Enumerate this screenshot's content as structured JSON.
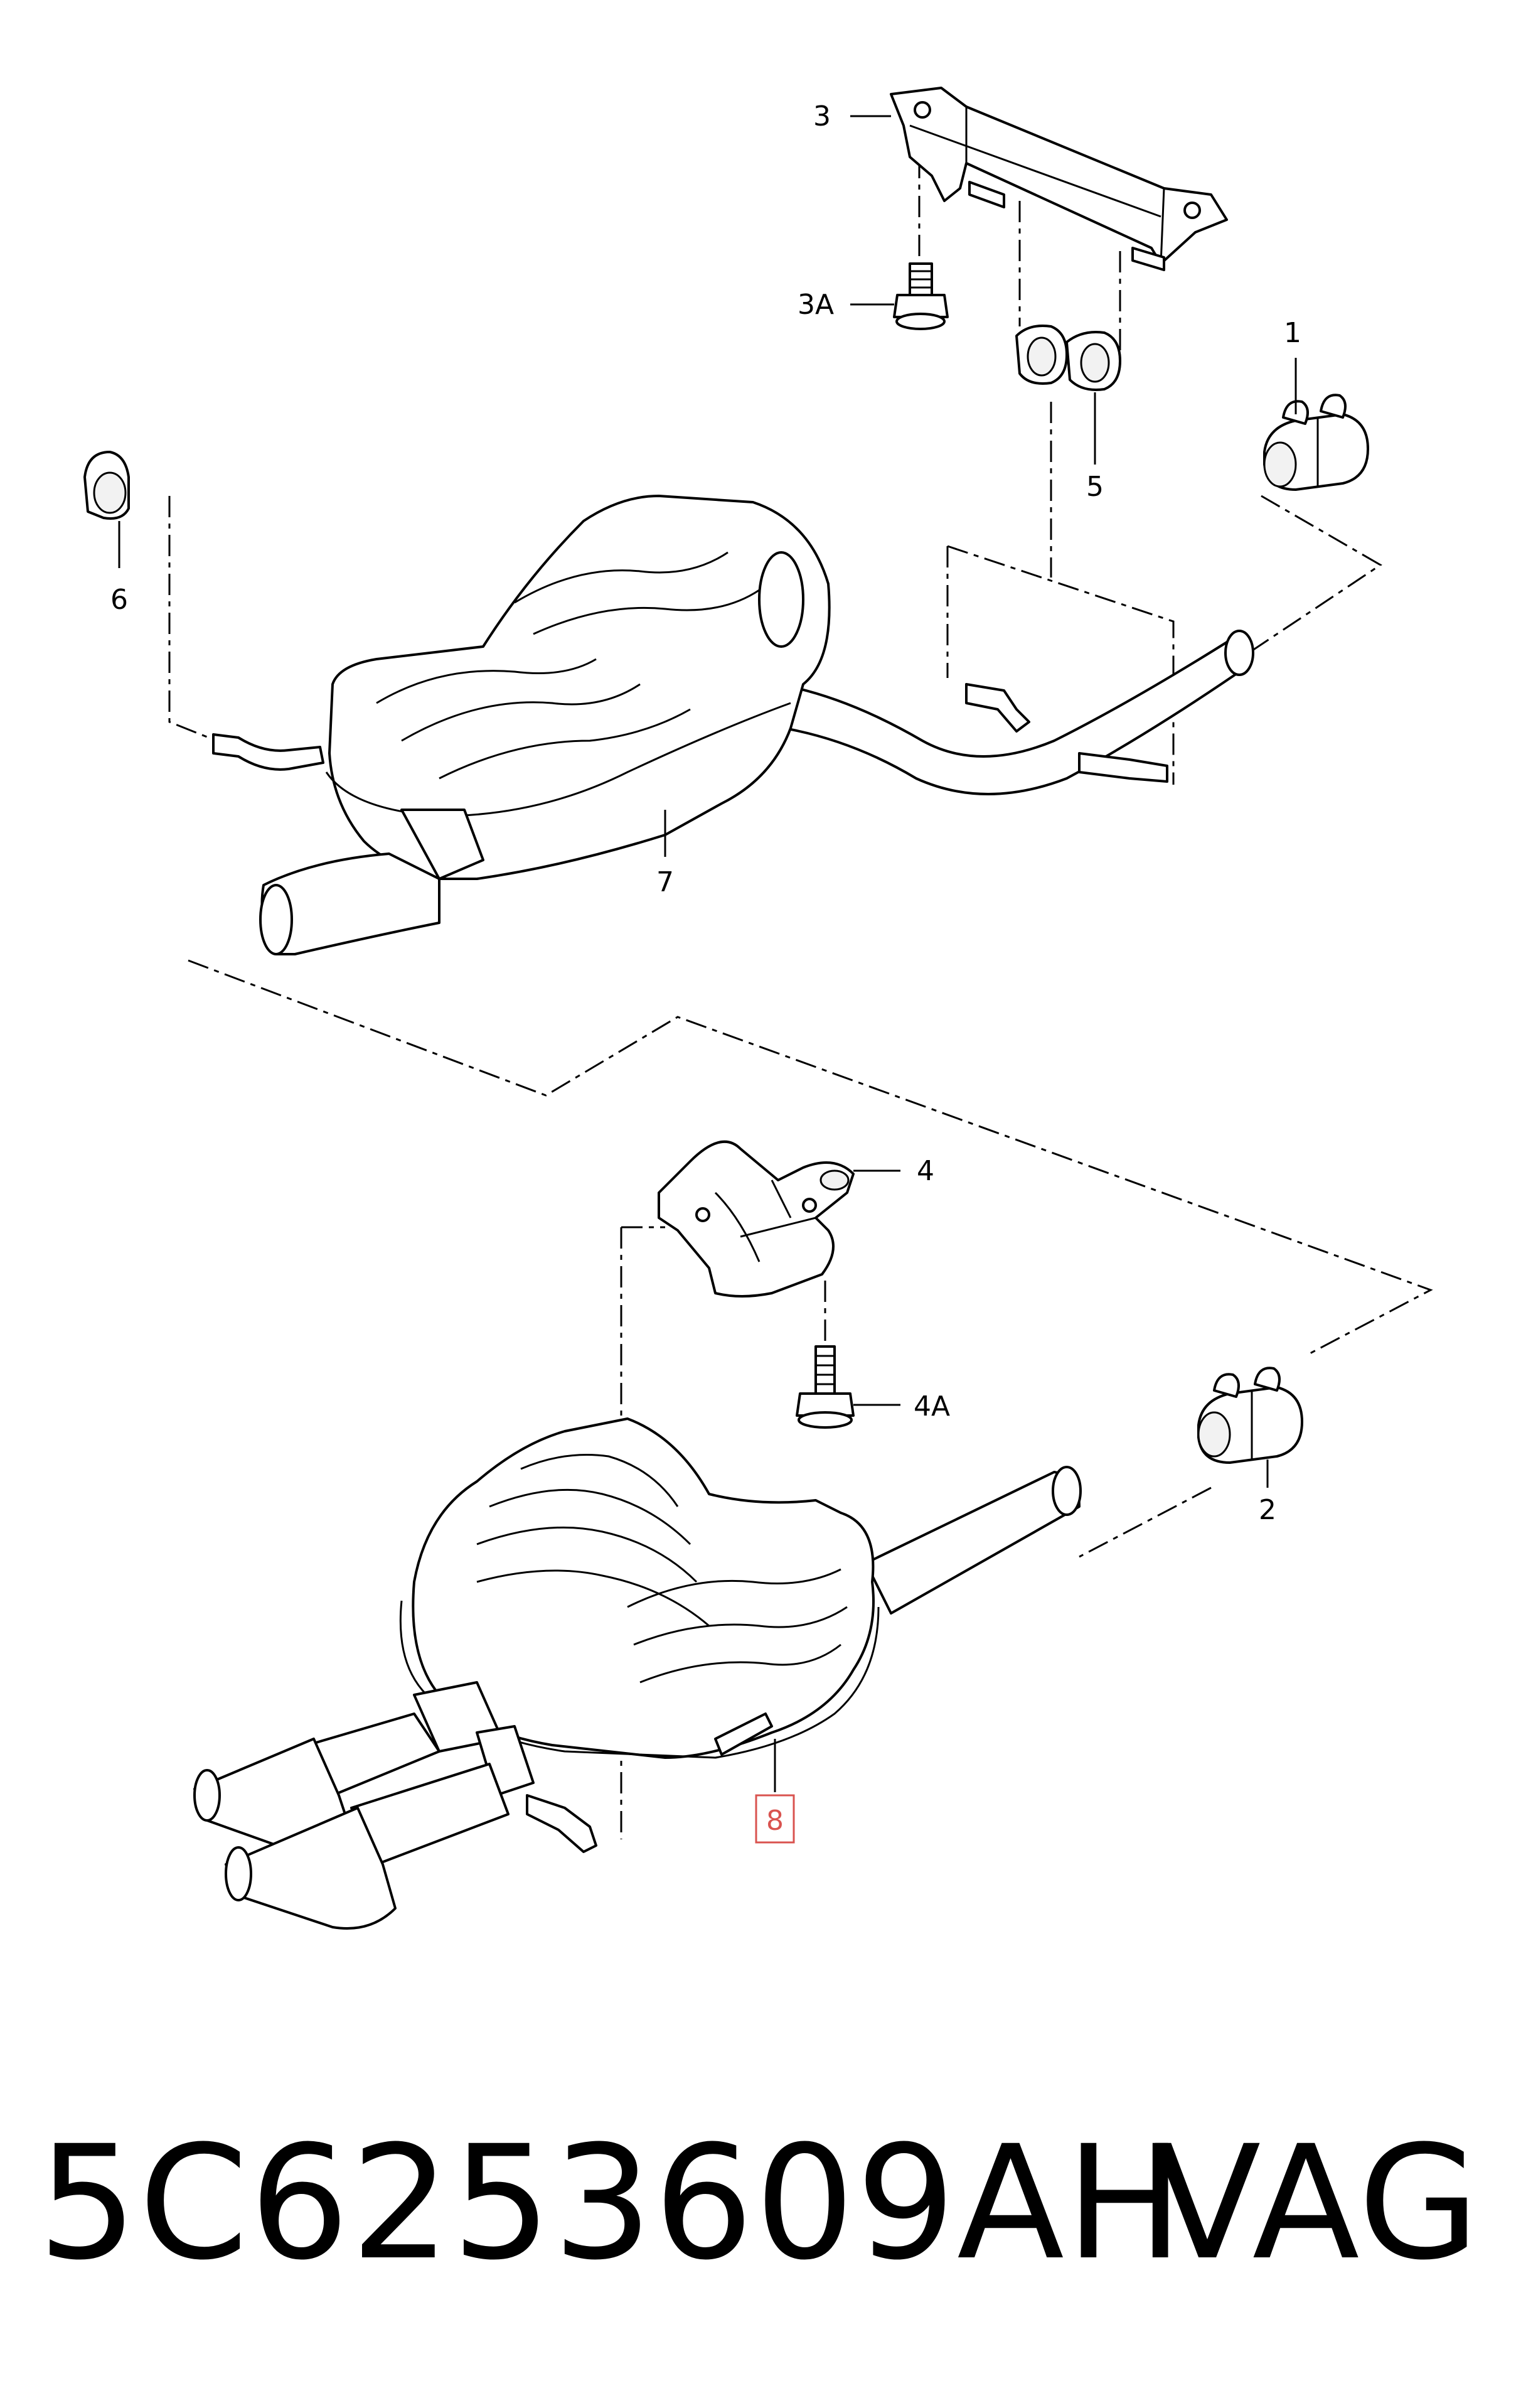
{
  "callouts": {
    "c1": "1",
    "c2": "2",
    "c3": "3",
    "c3a": "3A",
    "c4": "4",
    "c4a": "4A",
    "c5": "5",
    "c6": "6",
    "c7": "7",
    "c8": "8"
  },
  "footer": {
    "part_number": "5C6253609AH",
    "brand": "VAG"
  },
  "colors": {
    "ink": "#000000",
    "highlight": "#d9534f",
    "background": "#ffffff"
  }
}
